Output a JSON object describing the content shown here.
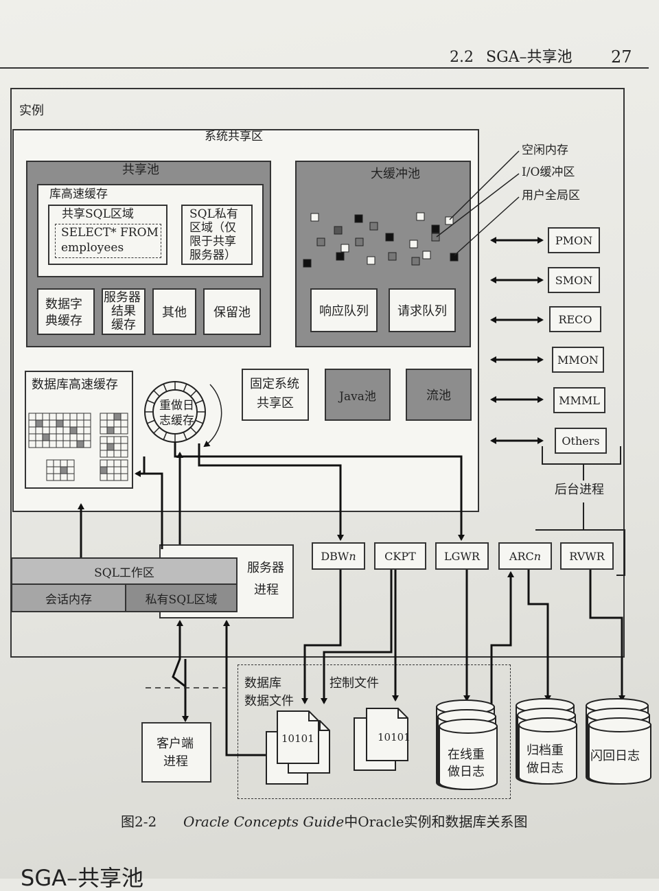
{
  "header": {
    "section": "2.2",
    "title": "SGA–共享池",
    "page_number": "27"
  },
  "instance": {
    "label": "实例",
    "sga_label": "系统共享区",
    "shared_pool": {
      "label": "共享池",
      "library_cache": {
        "label": "库高速缓存",
        "shared_sql": "共享SQL区域",
        "select_line1": "SELECT* FROM",
        "select_line2": "employees",
        "private_sql_lines": [
          "SQL私有",
          "区域（仅",
          "限于共享",
          "服务器）"
        ]
      },
      "dict_cache_lines": [
        "数据字",
        "典缓存"
      ],
      "result_cache_lines": [
        "服务器",
        "结果",
        "缓存"
      ],
      "other": "其他",
      "reserved": "保留池"
    },
    "large_pool": {
      "label": "大缓冲池",
      "response_queue": "响应队列",
      "request_queue": "请求队列"
    },
    "pga_labels": [
      "空闲内存",
      "I/O缓冲区",
      "用户全局区"
    ],
    "db_buffer_cache": "数据库高速缓存",
    "redo_log_buffer_lines": [
      "重做日",
      "志缓存"
    ],
    "fixed_sga_lines": [
      "固定系统",
      "共享区"
    ],
    "java_pool": "Java池",
    "streams_pool": "流池",
    "bg_processes": [
      "PMON",
      "SMON",
      "RECO",
      "MMON",
      "MMML",
      "Others"
    ],
    "bg_label": "后台进程",
    "bottom_processes": [
      {
        "base": "DBW",
        "italic": "n"
      },
      {
        "base": "CKPT",
        "italic": ""
      },
      {
        "base": "LGWR",
        "italic": ""
      },
      {
        "base": "ARC",
        "italic": "n"
      },
      {
        "base": "RVWR",
        "italic": ""
      }
    ]
  },
  "server_process": {
    "sql_work_area": "SQL工作区",
    "session_memory": "会话内存",
    "private_sql_area": "私有SQL区域",
    "label_lines": [
      "服务器",
      "进程"
    ]
  },
  "client_process_lines": [
    "客户端",
    "进程"
  ],
  "database": {
    "data_files_lines": [
      "数据库",
      "数据文件"
    ],
    "control_files": "控制文件",
    "file_text": "10101",
    "online_redo_lines": [
      "在线重",
      "做日志"
    ],
    "archived_redo_lines": [
      "归档重",
      "做日志"
    ],
    "flashback_log": "闪回日志"
  },
  "caption": {
    "figure": "图2-2",
    "italic": "Oracle Concepts Guide",
    "rest": "中Oracle实例和数据库关系图"
  },
  "next_heading": "SGA–共享池"
}
